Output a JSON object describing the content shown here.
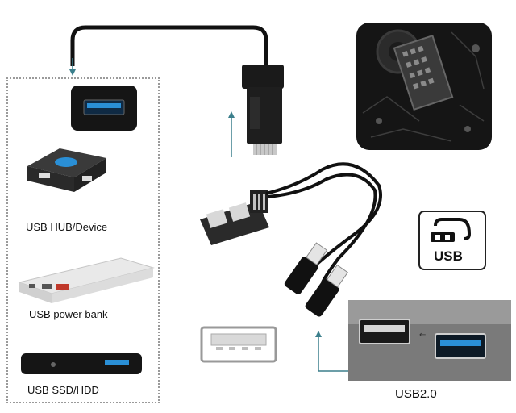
{
  "labels": {
    "hub": "USB HUB/Device",
    "power_bank": "USB power bank",
    "ssd": "USB SSD/HDD",
    "usb2": "USB2.0",
    "usb_logo": "USB"
  },
  "colors": {
    "accent_blue": "#2a8fd6",
    "arrow_teal": "#3b7f8c",
    "cable_black": "#111111",
    "board_bg": "#1a1a1a"
  },
  "icons": {
    "usb_port": "usb-a-port-icon",
    "usb_plug": "usb-plug-icon"
  }
}
